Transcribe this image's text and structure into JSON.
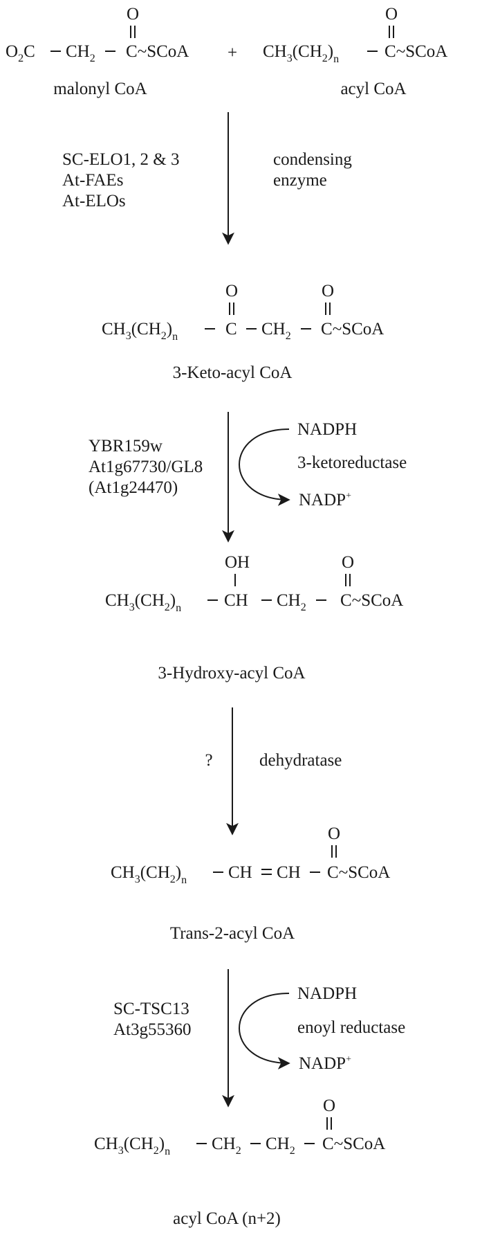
{
  "compounds": {
    "malonyl": {
      "o2c": "O",
      "o2c_sub": "2",
      "o2c_tail": "C",
      "ch2": "CH",
      "ch2_sub": "2",
      "carbonyl_o": "O",
      "c": "C",
      "scoa": "~SCoA",
      "name": "malonyl CoA"
    },
    "plus": "+",
    "acyl": {
      "ch3": "CH",
      "ch3_sub": "3",
      "paren": "(CH",
      "paren_sub": "2",
      "close": ")",
      "n": "n",
      "carbonyl_o": "O",
      "c": "C",
      "scoa": "~SCoA",
      "name": "acyl CoA"
    },
    "keto": {
      "ch3": "CH",
      "ch3_sub": "3",
      "paren": "(CH",
      "paren_sub": "2",
      "close": ")",
      "n": "n",
      "o1": "O",
      "c1": "C",
      "ch2": "CH",
      "ch2_sub": "2",
      "o2": "O",
      "c2": "C",
      "scoa": "~SCoA",
      "name": "3-Keto-acyl CoA"
    },
    "hydroxy": {
      "ch3": "CH",
      "ch3_sub": "3",
      "paren": "(CH",
      "paren_sub": "2",
      "close": ")",
      "n": "n",
      "oh": "OH",
      "ch": "CH",
      "ch2": "CH",
      "ch2_sub": "2",
      "o": "O",
      "c": "C",
      "scoa": "~SCoA",
      "name": "3-Hydroxy-acyl CoA"
    },
    "trans": {
      "ch3": "CH",
      "ch3_sub": "3",
      "paren": "(CH",
      "paren_sub": "2",
      "close": ")",
      "n": "n",
      "ch_a": "CH",
      "ch_b": "CH",
      "o": "O",
      "c": "C",
      "scoa": "~SCoA",
      "name": "Trans-2-acyl CoA"
    },
    "product": {
      "ch3": "CH",
      "ch3_sub": "3",
      "paren": "(CH",
      "paren_sub": "2",
      "close": ")",
      "n": "n",
      "ch2a": "CH",
      "ch2a_sub": "2",
      "ch2b": "CH",
      "ch2b_sub": "2",
      "o": "O",
      "c": "C",
      "scoa": "~SCoA",
      "name": "acyl CoA (n+2)"
    }
  },
  "steps": {
    "condensation": {
      "genes": [
        "SC-ELO1, 2 & 3",
        "At-FAEs",
        "At-ELOs"
      ],
      "enzyme": [
        "condensing",
        "enzyme"
      ]
    },
    "ketoreduction": {
      "genes": [
        "YBR159w",
        "At1g67730/GL8",
        "(At1g24470)"
      ],
      "cofactor_in": "NADPH",
      "enzyme": "3-ketoreductase",
      "cofactor_out": "NADP",
      "cofactor_out_sup": "+"
    },
    "dehydration": {
      "genes": [
        "?"
      ],
      "enzyme": "dehydratase"
    },
    "enoylreduction": {
      "genes": [
        "SC-TSC13",
        "At3g55360"
      ],
      "cofactor_in": "NADPH",
      "enzyme": "enoyl reductase",
      "cofactor_out": "NADP",
      "cofactor_out_sup": "+"
    }
  }
}
